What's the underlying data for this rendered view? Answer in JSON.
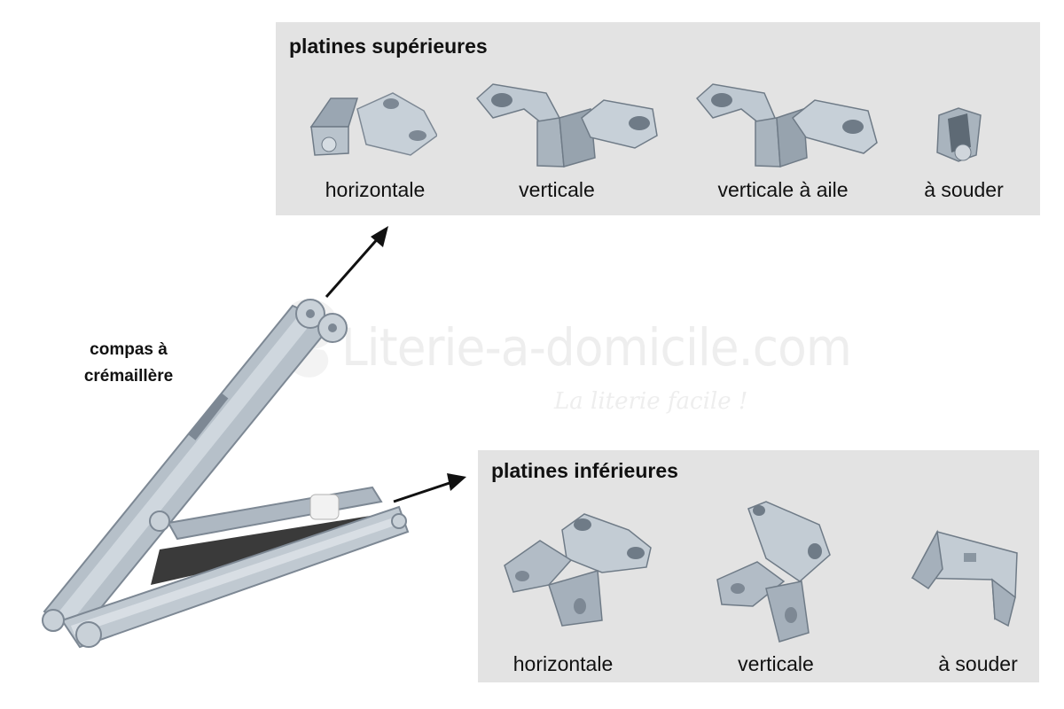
{
  "upper": {
    "title": "platines supérieures",
    "items": [
      {
        "label": "horizontale",
        "icon": "horizontal-upper-plate-icon"
      },
      {
        "label": "verticale",
        "icon": "vertical-upper-plate-icon"
      },
      {
        "label": "verticale à aile",
        "icon": "vertical-wing-upper-plate-icon"
      },
      {
        "label": "à souder",
        "icon": "weld-upper-plate-icon"
      }
    ]
  },
  "lower": {
    "title": "platines inférieures",
    "items": [
      {
        "label": "horizontale",
        "icon": "horizontal-lower-plate-icon"
      },
      {
        "label": "verticale",
        "icon": "vertical-lower-plate-icon"
      },
      {
        "label": "à souder",
        "icon": "weld-lower-plate-icon"
      }
    ]
  },
  "compass": {
    "label_line1": "compas à",
    "label_line2": "crémaillère"
  },
  "watermark": {
    "site": "Literie-a-domicile.com",
    "tagline": "La literie facile !"
  },
  "colors": {
    "panel": "#e3e3e3",
    "metal": "#b6c0c9",
    "metal_dark": "#7d8894",
    "text": "#111111"
  }
}
